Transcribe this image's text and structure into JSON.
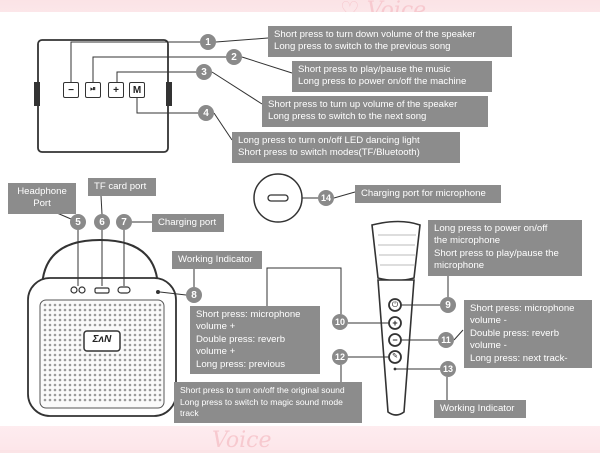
{
  "watermark": {
    "top": "♡ Voice",
    "bottom": "Voice"
  },
  "top_device": {
    "buttons": [
      {
        "name": "minus-button",
        "glyph": "−"
      },
      {
        "name": "play-pause-button",
        "glyph": "⏯"
      },
      {
        "name": "plus-button",
        "glyph": "+"
      },
      {
        "name": "mode-button",
        "glyph": "M"
      }
    ]
  },
  "speaker": {
    "logo": "ƩʌN"
  },
  "labels": {
    "headphone": "Headphone\nPort",
    "tf_card": "TF card port",
    "charging_port": "Charging port",
    "working_indicator": "Working Indicator",
    "charging_mic": "Charging port for microphone",
    "mic_working_indicator": "Working Indicator"
  },
  "callouts": [
    {
      "num": "1",
      "text": "Short press to turn down volume of the speaker\nLong press to switch to the previous song"
    },
    {
      "num": "2",
      "text": "Short press to play/pause the music\nLong press to power on/off the machine"
    },
    {
      "num": "3",
      "text": "Short press to turn up volume of the speaker\nLong press to switch to the next song"
    },
    {
      "num": "4",
      "text": "Long press to turn on/off LED dancing light\nShort press to switch modes(TF/Bluetooth)"
    },
    {
      "num": "9",
      "text": "Long press to power on/off\nthe microphone\nShort press to play/pause the\nmicrophone"
    },
    {
      "num": "10",
      "text": "Short press: microphone\nvolume +\nDouble press: reverb\nvolume +\nLong press: previous"
    },
    {
      "num": "11",
      "text": "Short press: microphone\nvolume -\nDouble press: reverb\nvolume -\nLong press: next track-"
    },
    {
      "num": "12",
      "text": "Short press to turn on/off the original sound\nLong press to switch to magic sound mode\ntrack"
    }
  ],
  "numbers": {
    "n5": "5",
    "n6": "6",
    "n7": "7",
    "n8": "8",
    "n13": "13",
    "n14": "14"
  },
  "mic_buttons": [
    "⏻",
    "+",
    "−",
    "✎"
  ]
}
